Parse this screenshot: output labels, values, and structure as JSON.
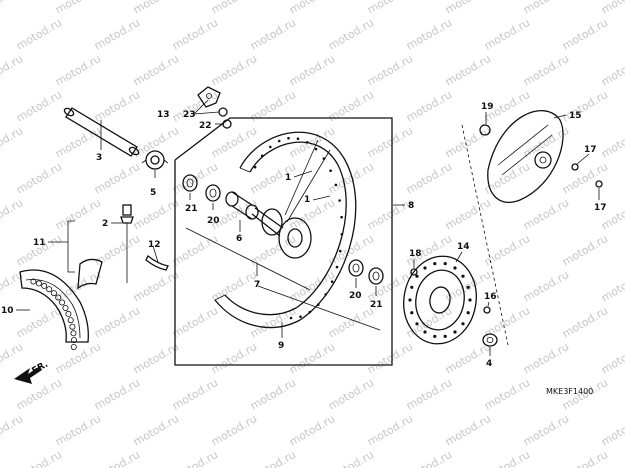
{
  "diagram": {
    "code": "MKE3F1400",
    "direction_mark": "FR.",
    "watermark": "motod.ru"
  },
  "callouts": {
    "c1a": "1",
    "c1b": "1",
    "c2": "2",
    "c3": "3",
    "c4": "4",
    "c5": "5",
    "c6": "6",
    "c7": "7",
    "c8": "8",
    "c9": "9",
    "c10": "10",
    "c11": "11",
    "c12": "12",
    "c13": "13",
    "c14": "14",
    "c15": "15",
    "c16": "16",
    "c17a": "17",
    "c17b": "17",
    "c18": "18",
    "c19": "19",
    "c20a": "20",
    "c20b": "20",
    "c21a": "21",
    "c21b": "21",
    "c22": "22",
    "c23": "23"
  }
}
